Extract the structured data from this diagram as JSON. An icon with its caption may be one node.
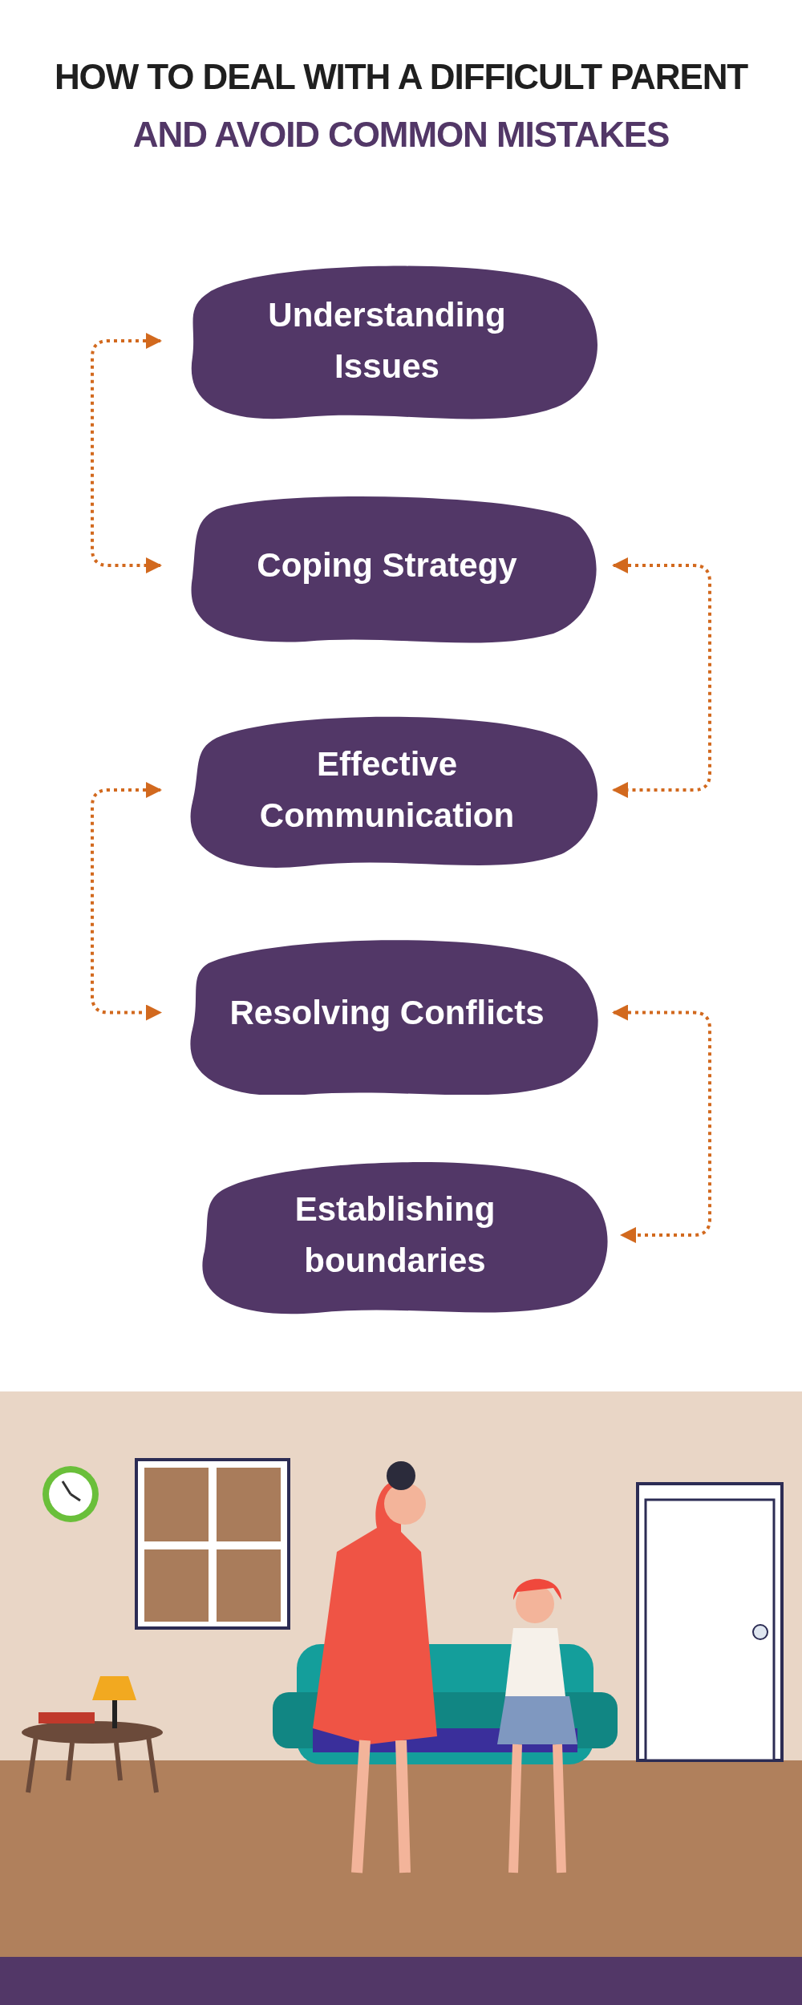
{
  "diagram": {
    "title": "HOW TO DEAL WITH A DIFFICULT PARENT AND AVOID COMMON MISTAKES",
    "nodes": [
      {
        "text": [
          "Understanding Issues"
        ]
      },
      {
        "text": [
          "Coping Strategy"
        ]
      },
      {
        "text": [
          "Effective Communication"
        ]
      },
      {
        "text": [
          "Resolving Conflicts"
        ]
      },
      {
        "text": [
          "Establishing boundaries"
        ]
      }
    ],
    "edges": [
      {
        "from": 0,
        "to": 1,
        "arrow": "both",
        "style": "dashed"
      },
      {
        "from": 1,
        "to": 2,
        "arrow": "both",
        "style": "dashed"
      },
      {
        "from": 2,
        "to": 3,
        "arrow": "both",
        "style": "dashed"
      },
      {
        "from": 3,
        "to": 4,
        "arrow": "both",
        "style": "dashed"
      }
    ]
  }
}
